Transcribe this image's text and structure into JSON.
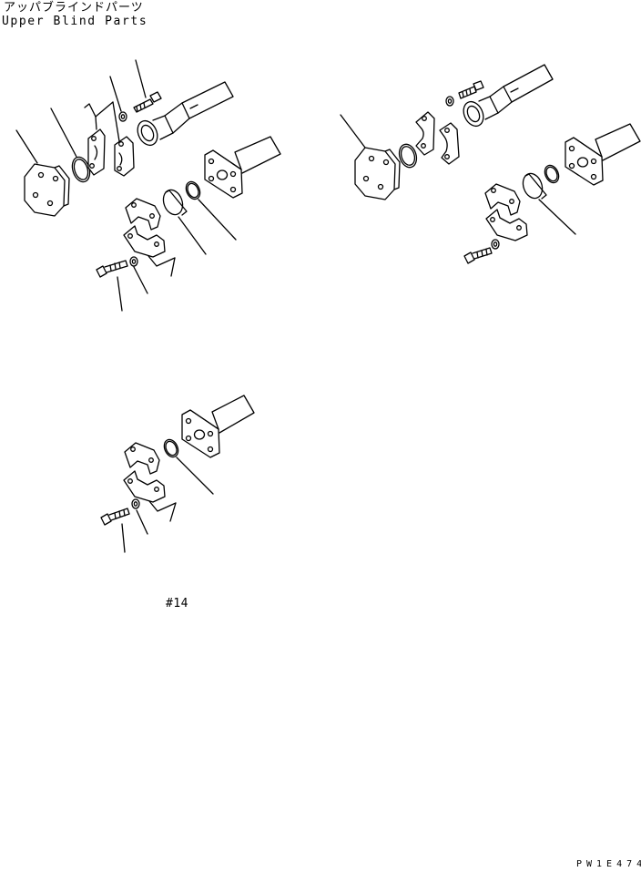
{
  "header": {
    "title_jp": "アッパブラインドパーツ",
    "title_en": "Upper Blind Parts"
  },
  "figure_ref": "#14",
  "drawing_number": "PW1E474",
  "views": [
    {
      "id": "upper-left",
      "parts": [
        "blind-plate",
        "o-ring",
        "split-flange-half",
        "split-flange-half",
        "washer",
        "bolt",
        "hose-fitting",
        "split-flange-half",
        "split-flange-half",
        "blind-plug",
        "o-ring",
        "block-flange",
        "bolt",
        "washer"
      ]
    },
    {
      "id": "upper-right",
      "parts": [
        "blind-plate",
        "o-ring",
        "split-flange-half",
        "split-flange-half",
        "washer",
        "bolt",
        "hose-fitting",
        "split-flange-half",
        "split-flange-half",
        "blind-plug",
        "o-ring",
        "block-flange",
        "bolt",
        "washer"
      ]
    },
    {
      "id": "lower",
      "parts": [
        "block-flange",
        "o-ring",
        "split-flange-half",
        "split-flange-half",
        "bolt",
        "washer"
      ]
    }
  ]
}
